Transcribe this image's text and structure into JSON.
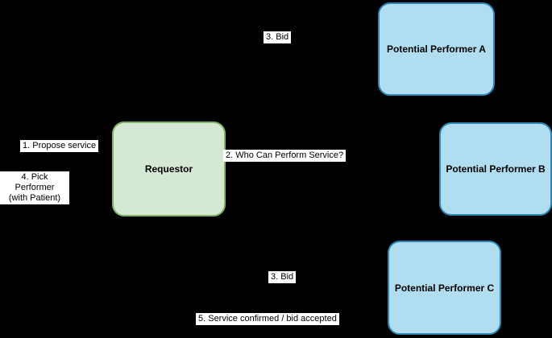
{
  "diagram": {
    "background_color": "#000000",
    "label_background": "#ffffff",
    "text_color": "#000000",
    "nodes": [
      {
        "id": "requestor",
        "label": "Requestor",
        "fill": "#d5e8d4",
        "stroke": "#82b366"
      },
      {
        "id": "performer-a",
        "label": "Potential Performer A",
        "fill": "#b1ddf0",
        "stroke": "#2d87b5"
      },
      {
        "id": "performer-b",
        "label": "Potential Performer B",
        "fill": "#b1ddf0",
        "stroke": "#2d87b5"
      },
      {
        "id": "performer-c",
        "label": "Potential Performer C",
        "fill": "#b1ddf0",
        "stroke": "#2d87b5"
      }
    ],
    "edge_labels": [
      {
        "id": "bid-top",
        "text": "3. Bid"
      },
      {
        "id": "propose",
        "text": "1. Propose service"
      },
      {
        "id": "who",
        "text": "2. Who Can Perform Service?"
      },
      {
        "id": "pick",
        "line1": "4. Pick Performer",
        "line2": "(with Patient)"
      },
      {
        "id": "bid-bottom",
        "text": "3. Bid"
      },
      {
        "id": "confirmed",
        "text": "5. Service confirmed / bid accepted"
      }
    ]
  }
}
